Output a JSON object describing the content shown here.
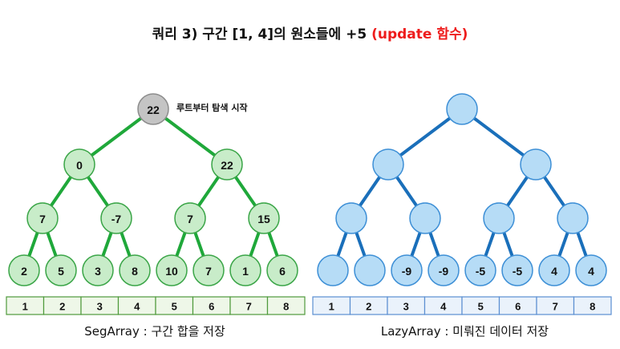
{
  "title": {
    "main": "쿼리 3) 구간 [1, 4]의 원소들에 +5 ",
    "highlight": "(update 함수)"
  },
  "colors": {
    "seg_edge": "#1fa83a",
    "seg_fill": "#c8ecc9",
    "seg_stroke": "#3aa547",
    "root_fill": "#c4c4c4",
    "root_stroke": "#8c8c8c",
    "lazy_edge": "#1a6fba",
    "lazy_fill": "#b6dcf6",
    "lazy_stroke": "#3d8fd6",
    "seg_cell_fill": "#eef7e8",
    "seg_cell_stroke": "#4f9a3c",
    "lazy_cell_fill": "#eaf2fb",
    "lazy_cell_stroke": "#5b8fd2",
    "highlight": "#ee1c1c"
  },
  "seg_tree": {
    "root_note": "루트부터 탐색 시작",
    "nodes": [
      "22",
      "0",
      "22",
      "7",
      "-7",
      "7",
      "15",
      "2",
      "5",
      "3",
      "8",
      "10",
      "7",
      "1",
      "6"
    ],
    "array_indices": [
      "1",
      "2",
      "3",
      "4",
      "5",
      "6",
      "7",
      "8"
    ],
    "caption": "SegArray : 구간 합을 저장"
  },
  "lazy_tree": {
    "nodes": [
      "",
      "",
      "",
      "",
      "",
      "",
      "",
      "",
      "",
      "-9",
      "-9",
      "-5",
      "-5",
      "4",
      "4"
    ],
    "array_indices": [
      "1",
      "2",
      "3",
      "4",
      "5",
      "6",
      "7",
      "8"
    ],
    "caption": "LazyArray : 미뤄진 데이터 저장"
  }
}
